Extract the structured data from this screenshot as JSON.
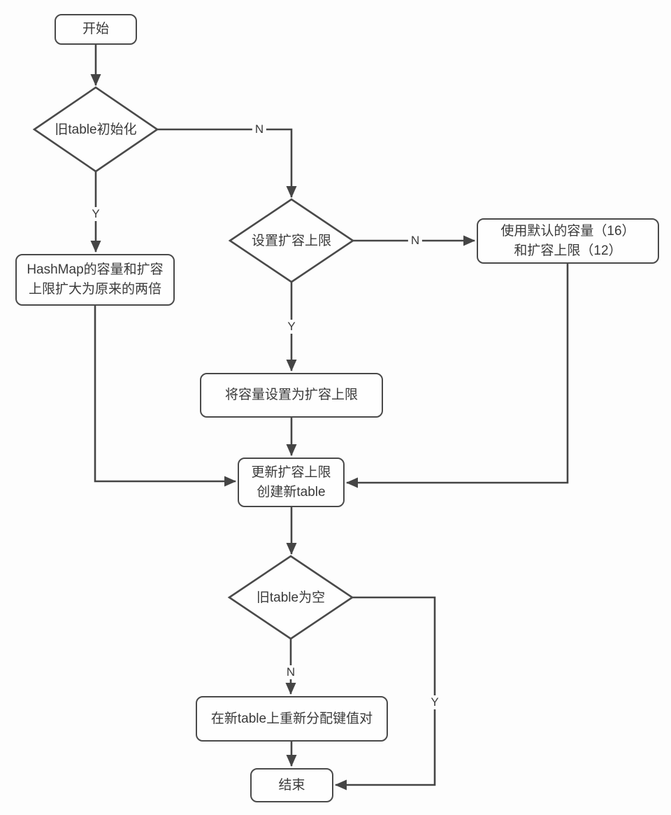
{
  "diagram": {
    "type": "flowchart",
    "nodes": {
      "start": {
        "type": "terminator",
        "label": "开始"
      },
      "check_old_table_init": {
        "type": "decision",
        "label": "旧table初始化"
      },
      "double_capacity": {
        "type": "process",
        "lines": [
          "HashMap的容量和扩容",
          "上限扩大为原来的两倍"
        ]
      },
      "check_threshold_set": {
        "type": "decision",
        "label": "设置扩容上限"
      },
      "use_defaults": {
        "type": "process",
        "lines": [
          "使用默认的容量（16）",
          "和扩容上限（12）"
        ]
      },
      "set_capacity_to_threshold": {
        "type": "process",
        "label": "将容量设置为扩容上限"
      },
      "update_threshold_new_table": {
        "type": "process",
        "lines": [
          "更新扩容上限",
          "创建新table"
        ]
      },
      "check_old_table_empty": {
        "type": "decision",
        "label": "旧table为空"
      },
      "rehash_entries": {
        "type": "process",
        "label": "在新table上重新分配键值对"
      },
      "end": {
        "type": "terminator",
        "label": "结束"
      }
    },
    "edge_labels": {
      "old_table_init_no": "N",
      "old_table_init_yes": "Y",
      "threshold_set_no": "N",
      "threshold_set_yes": "Y",
      "old_table_empty_no": "N",
      "old_table_empty_yes": "Y"
    },
    "colors": {
      "line": "#454545",
      "border": "#4a4a4a",
      "fill": "#fefefe",
      "text": "#3a3a3a",
      "bg": "#fdfdfd"
    }
  }
}
